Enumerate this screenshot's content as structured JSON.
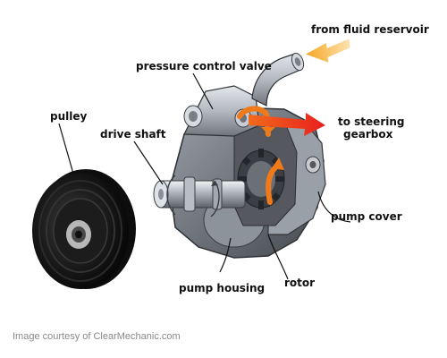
{
  "labels": {
    "from_fluid_reservoir": "from fluid reservoir",
    "pressure_control_valve": "pressure control valve",
    "to_steering_gearbox_line1": "to steering",
    "to_steering_gearbox_line2": "gearbox",
    "pulley": "pulley",
    "drive_shaft": "drive shaft",
    "pump_cover": "pump cover",
    "rotor": "rotor",
    "pump_housing": "pump housing"
  },
  "credit": "Image courtesy of ClearMechanic.com",
  "colors": {
    "flow_orange": "#f07a1a",
    "flow_red": "#e8321e",
    "inflow_arrow": "#f5a623",
    "metal_light": "#c9cdd3",
    "metal_dark": "#3a3d42",
    "pulley_black": "#141414",
    "leader_line": "#111111"
  },
  "icons": [
    "pulley-illustration",
    "pump-illustration",
    "flow-arrow"
  ]
}
